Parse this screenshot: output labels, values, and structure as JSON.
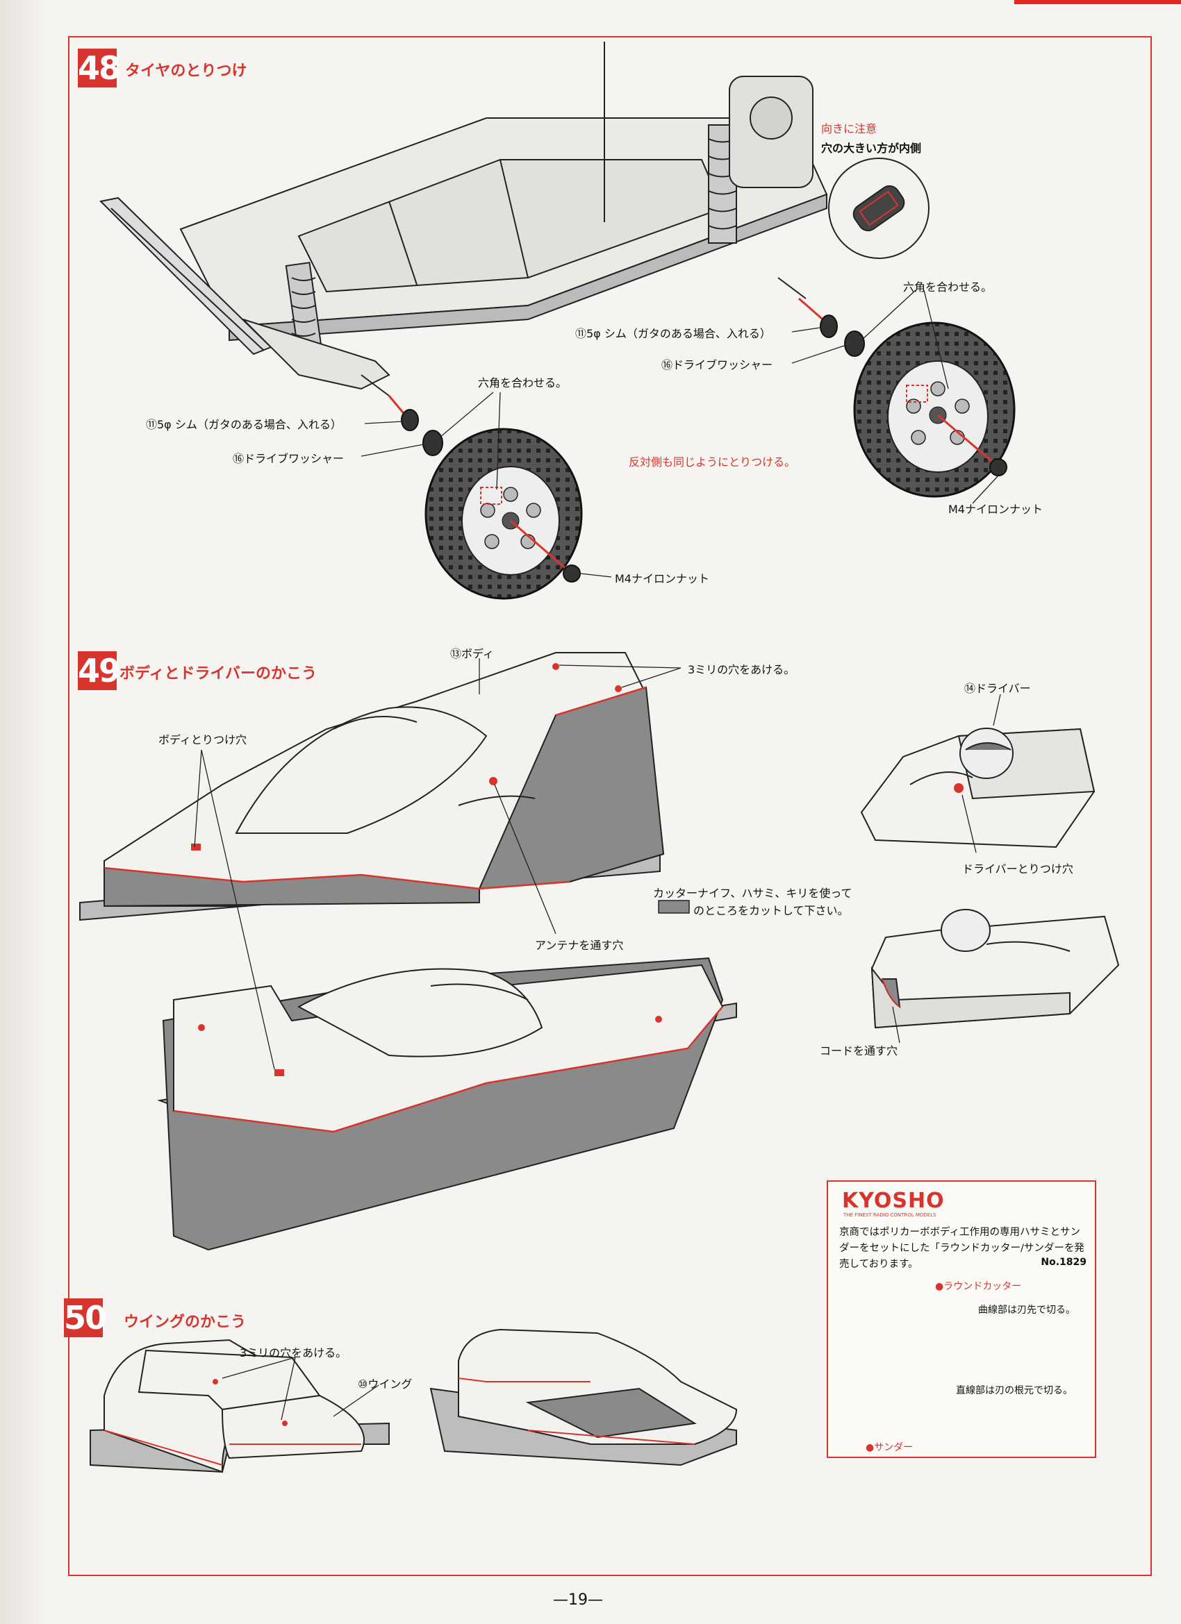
{
  "page_number": "—19—",
  "step48": {
    "number": "48",
    "title": "タイヤのとりつけ",
    "direction_warning": "向きに注意",
    "direction_note": "穴の大きい方が内側",
    "align_hex_right": "六角を合わせる。",
    "align_hex_left": "六角を合わせる。",
    "shim_right": "⑪5φ シム（ガタのある場合、入れる）",
    "shim_left": "⑪5φ シム（ガタのある場合、入れる）",
    "washer_right": "⑯ドライブワッシャー",
    "washer_left": "⑯ドライブワッシャー",
    "opposite_side": "反対側も同じようにとりつける。",
    "nut_right": "M4ナイロンナット",
    "nut_left": "M4ナイロンナット"
  },
  "step49": {
    "number": "49",
    "title": "ボディとドライバーのかこう",
    "body_label": "⑬ボディ",
    "hole_3mm": "3ミリの穴をあける。",
    "body_mount_hole": "ボディとりつけ穴",
    "antenna_hole": "アンテナを通す穴",
    "cut_instruction_1": "カッターナイフ、ハサミ、キリを使って",
    "cut_instruction_2": "のところをカットして下さい。",
    "driver_label": "⑭ドライバー",
    "driver_mount_hole": "ドライバーとりつけ穴",
    "cord_hole": "コードを通す穴"
  },
  "step50": {
    "number": "50",
    "title": "ウイングのかこう",
    "hole_3mm": "3ミリの穴をあける。",
    "wing_label": "⑩ウイング"
  },
  "kyosho": {
    "logo": "KYOSHO",
    "tagline": "THE FINEST RADIO CONTROL MODELS",
    "description": "京商ではポリカーボボディ工作用の専用ハサミとサンダーをセットにした「ラウンドカッター/サンダーを発売しております。",
    "product_no": "No.1829",
    "round_cutter": "●ラウンドカッター",
    "curve_cut": "曲線部は刃先で切る。",
    "straight_cut": "直線部は刃の根元で切る。",
    "sander": "●サンダー"
  },
  "colors": {
    "accent_red": "#d8342e",
    "cut_gray": "#8a8a8a"
  }
}
